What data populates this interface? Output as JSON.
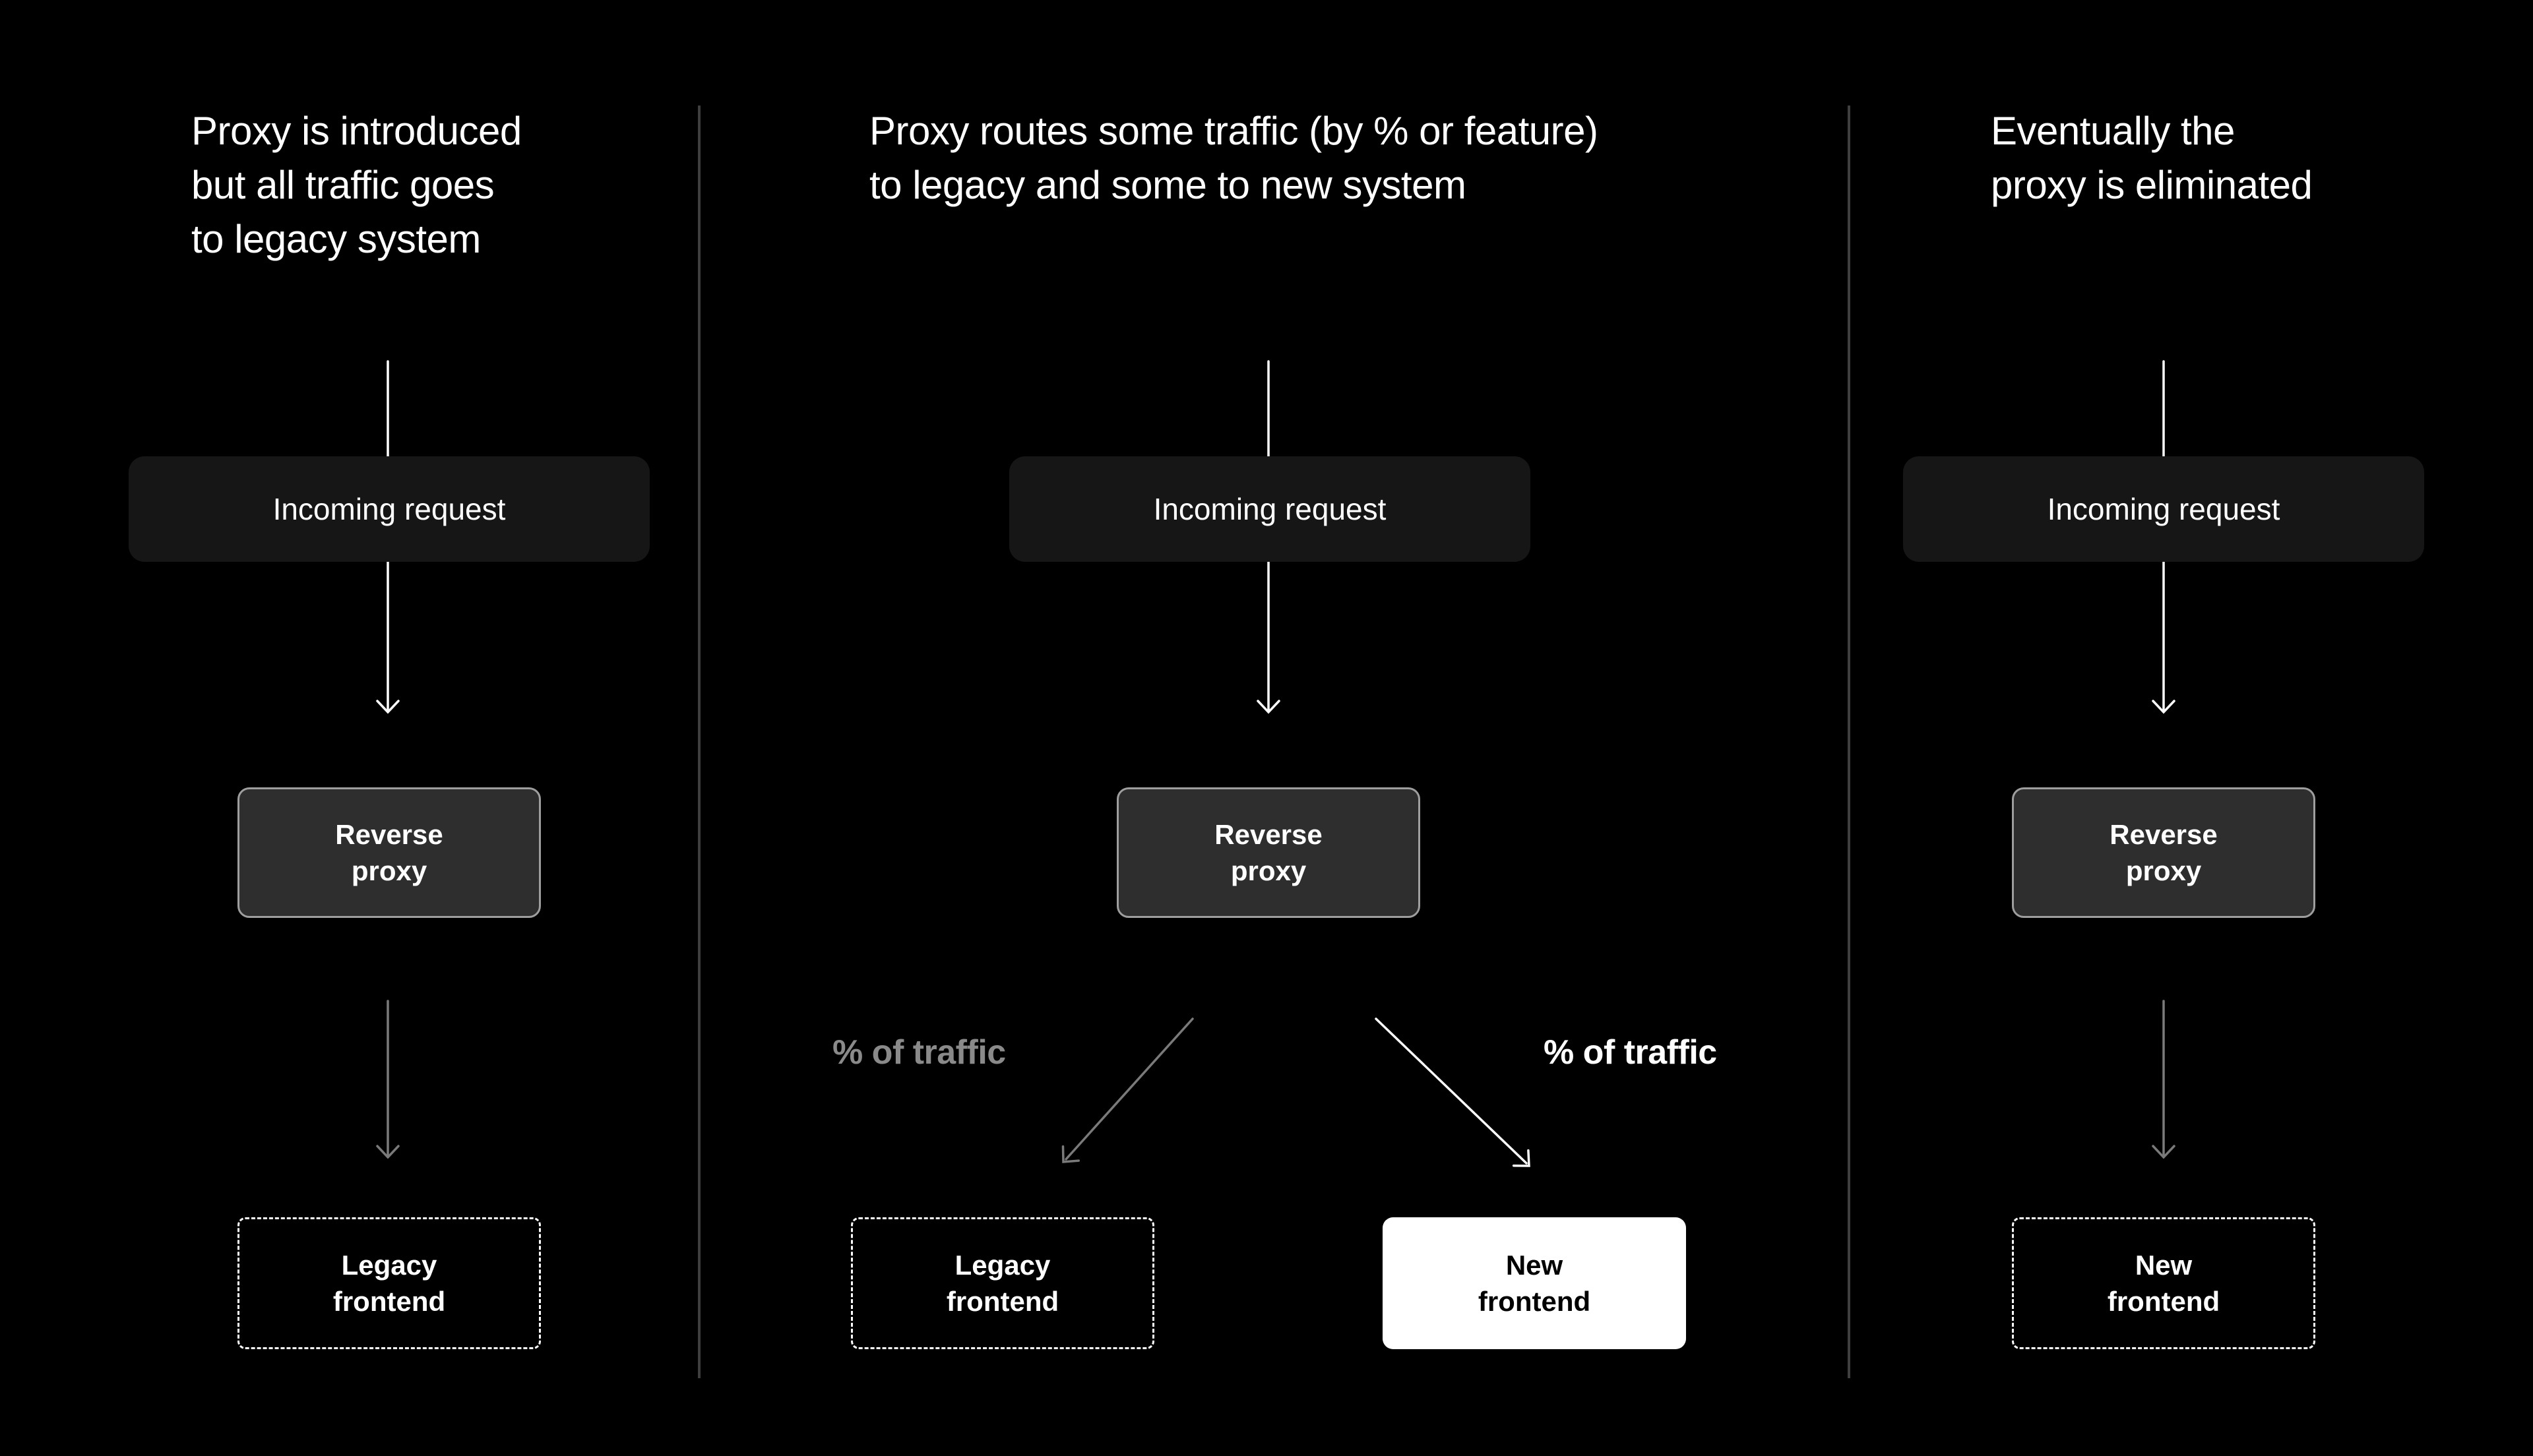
{
  "colors": {
    "background": "#000000",
    "divider": "#3f3f3f",
    "arrow_white": "#ffffff",
    "arrow_gray": "#7a7a7a",
    "incoming_box_bg": "#161616",
    "proxy_box_bg": "#2e2e2e",
    "proxy_box_border": "#9e9e9e",
    "dashed_box_border": "#ffffff",
    "new_frontend_bg": "#ffffff",
    "traffic_label_gray": "#8a8a8a",
    "traffic_label_white": "#ffffff"
  },
  "panels": [
    {
      "id": "proxy-introduced",
      "title": "Proxy is introduced\nbut all traffic goes\nto legacy system",
      "incoming_label": "Incoming request",
      "proxy_label": "Reverse\nproxy",
      "bottom_label": "Legacy\nfrontend"
    },
    {
      "id": "proxy-routes-traffic",
      "title": "Proxy routes some traffic (by % or feature)\nto legacy and some to new system",
      "incoming_label": "Incoming request",
      "proxy_label": "Reverse\nproxy",
      "traffic_left_label": "% of traffic",
      "traffic_right_label": "% of traffic",
      "bottom_left_label": "Legacy\nfrontend",
      "bottom_right_label": "New\nfrontend"
    },
    {
      "id": "proxy-eliminated",
      "title": "Eventually the\nproxy is eliminated",
      "incoming_label": "Incoming request",
      "proxy_label": "Reverse\nproxy",
      "bottom_label": "New\nfrontend"
    }
  ]
}
